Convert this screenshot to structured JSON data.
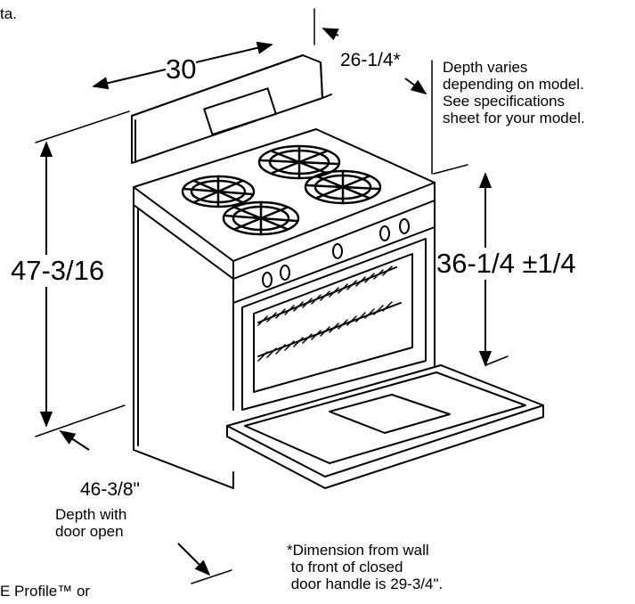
{
  "fragments": {
    "top_left": "ta.",
    "bottom_left": "E Profile™ or"
  },
  "dimensions": {
    "width": "30",
    "depth_closed": "26-1/4*",
    "height_overall": "47-3/16",
    "cooktop_height": "36-1/4 ±1/4",
    "depth_open": "46-3/8\""
  },
  "notes": {
    "depth_varies": "Depth varies\ndepending on model.\nSee specifications\nsheet for your model.",
    "depth_open_label": "Depth with\ndoor open",
    "wall_note": "*Dimension from wall\n to front of closed\n door handle is 29-3/4\"."
  }
}
